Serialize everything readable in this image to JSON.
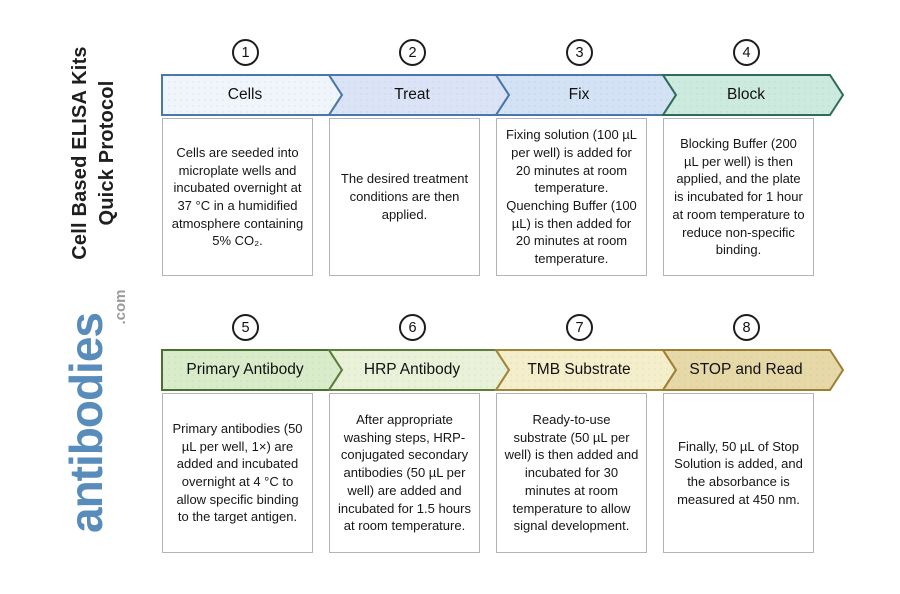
{
  "page": {
    "background": "#ffffff"
  },
  "sidebar": {
    "title_line1": "Cell Based ELISA Kits",
    "title_line2": "Quick Protocol",
    "brand": "antibodies",
    "brand_suffix": ".com",
    "brand_color": "#588cbb",
    "brand_suffix_color": "#9b9b9b"
  },
  "steps": [
    {
      "number": "1",
      "label": "Cells",
      "description": "Cells are seeded into microplate wells and incubated overnight at 37 °C in a humidified atmosphere containing 5% CO₂.",
      "fill": "#eff5fa",
      "border": "#4a76a8"
    },
    {
      "number": "2",
      "label": "Treat",
      "description": "The desired treatment conditions are then applied.",
      "fill": "#dbe4f6",
      "border": "#4a76a8"
    },
    {
      "number": "3",
      "label": "Fix",
      "description": "Fixing solution (100 µL per well) is added for 20 minutes at room temperature. Quenching Buffer (100 µL) is then added for 20 minutes at room temperature.",
      "fill": "#d3e2f4",
      "border": "#4a76a8"
    },
    {
      "number": "4",
      "label": "Block",
      "description": "Blocking Buffer (200 µL per well) is then applied, and the plate is incubated for 1 hour at room temperature to reduce non-specific binding.",
      "fill": "#cdeadf",
      "border": "#2f6b58"
    },
    {
      "number": "5",
      "label": "Primary Antibody",
      "description": "Primary antibodies (50 µL per well, 1×) are added and incubated overnight at 4 °C to allow specific binding to the target antigen.",
      "fill": "#d9ecca",
      "border": "#49702f"
    },
    {
      "number": "6",
      "label": "HRP Antibody",
      "description": "After appropriate washing steps, HRP-conjugated secondary antibodies (50 µL per well) are added and incubated for 1.5 hours at room temperature.",
      "fill": "#e9f2d9",
      "border": "#5d7d3b"
    },
    {
      "number": "7",
      "label": "TMB Substrate",
      "description": "Ready-to-use substrate (50 µL per well) is then added and incubated for 30 minutes at room temperature to allow signal development.",
      "fill": "#f4eeca",
      "border": "#a28538"
    },
    {
      "number": "8",
      "label": "STOP and Read",
      "description": "Finally, 50 µL of Stop Solution is added, and the absorbance is measured at 450 nm.",
      "fill": "#e7d9a7",
      "border": "#9d7e33"
    }
  ]
}
